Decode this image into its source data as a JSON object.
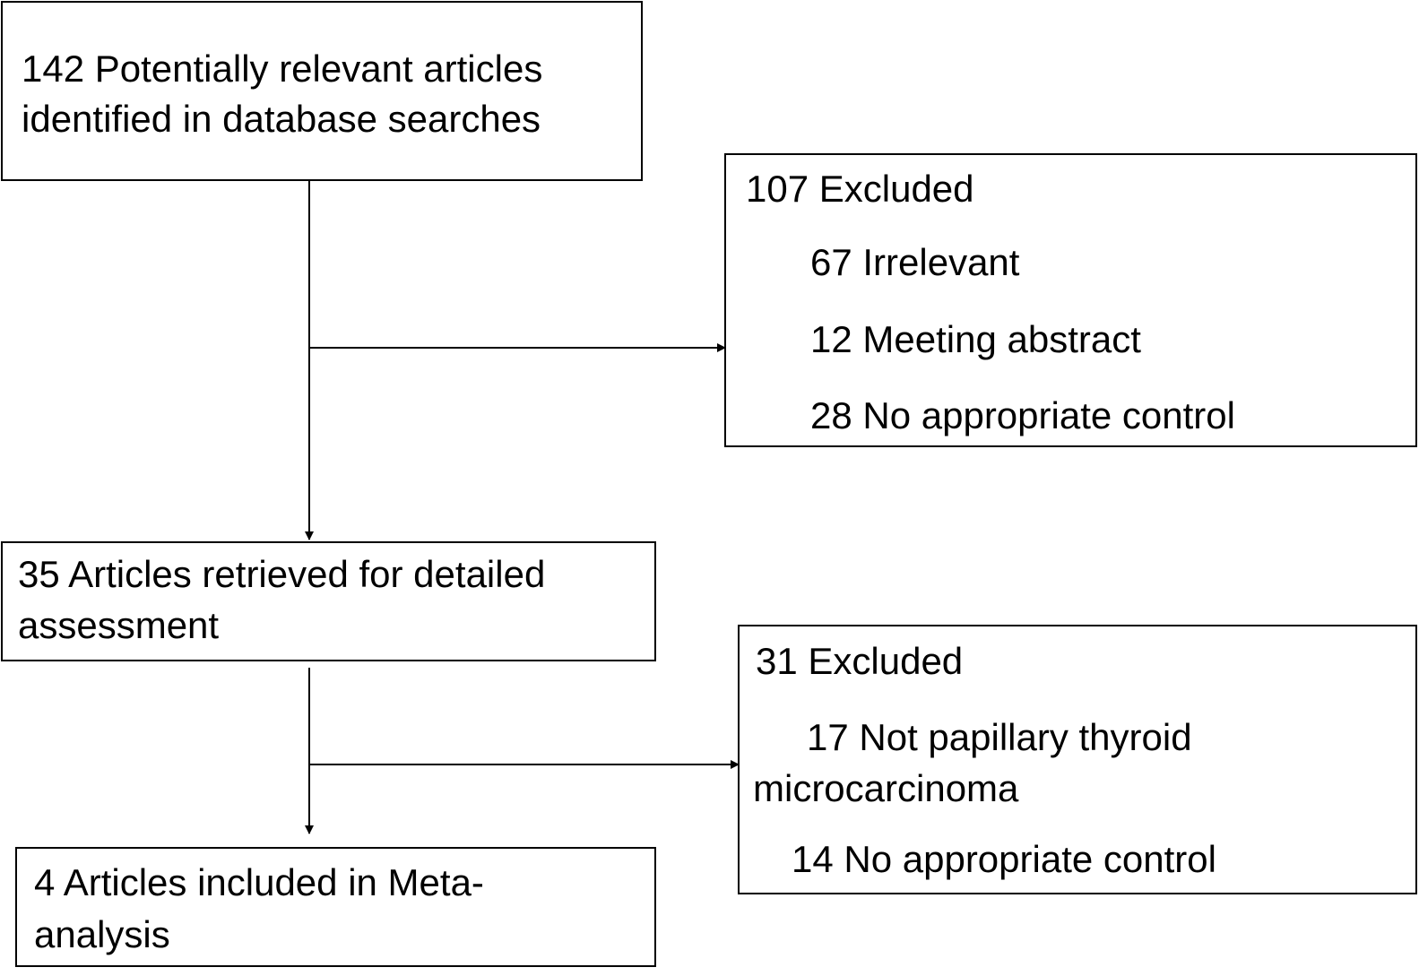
{
  "flowchart": {
    "identified": {
      "line1": "142 Potentially relevant articles",
      "line2": "identified in database searches"
    },
    "excluded_first": {
      "title": "107 Excluded",
      "items": [
        "67 Irrelevant",
        "12 Meeting abstract",
        "28 No appropriate control"
      ]
    },
    "retrieved": {
      "line1": "35 Articles retrieved for detailed",
      "line2": "assessment"
    },
    "excluded_second": {
      "title": "31 Excluded",
      "item1_line1": "17 Not papillary thyroid",
      "item1_line2": "microcarcinoma",
      "item2": "14 No appropriate control"
    },
    "included": {
      "line1": "4 Articles included in Meta-",
      "line2": "analysis"
    }
  }
}
